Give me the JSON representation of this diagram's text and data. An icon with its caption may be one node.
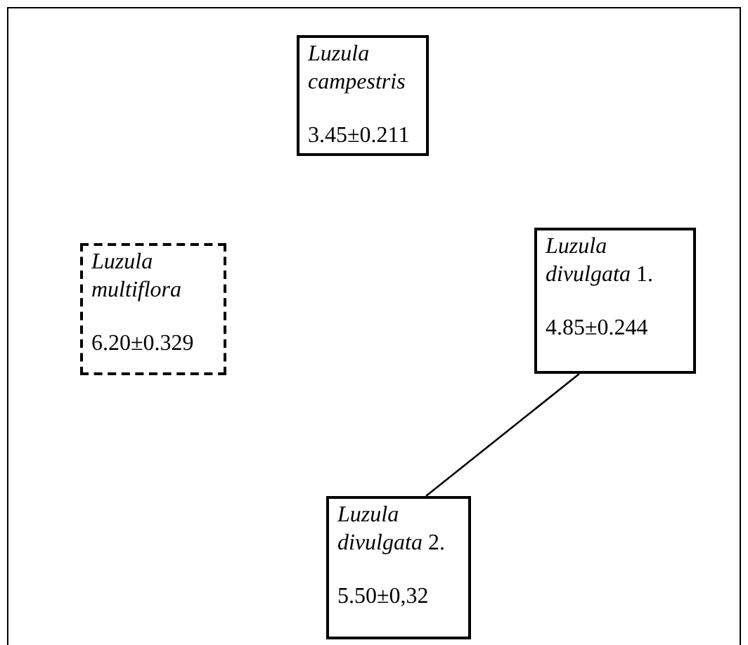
{
  "diagram": {
    "nodes": [
      {
        "text": [
          "*Luzula campestris*",
          "3.45±0.211"
        ]
      },
      {
        "text": [
          "*Luzula multiflora*",
          "6.20±0.329"
        ]
      },
      {
        "text": [
          "*Luzula divulgata* 1.",
          "4.85±0.244"
        ]
      },
      {
        "text": [
          "*Luzula divulgata* 2.",
          "5.50±0,32"
        ]
      }
    ],
    "edges": [
      {
        "from": 2,
        "to": 3,
        "arrow": "none"
      }
    ]
  }
}
